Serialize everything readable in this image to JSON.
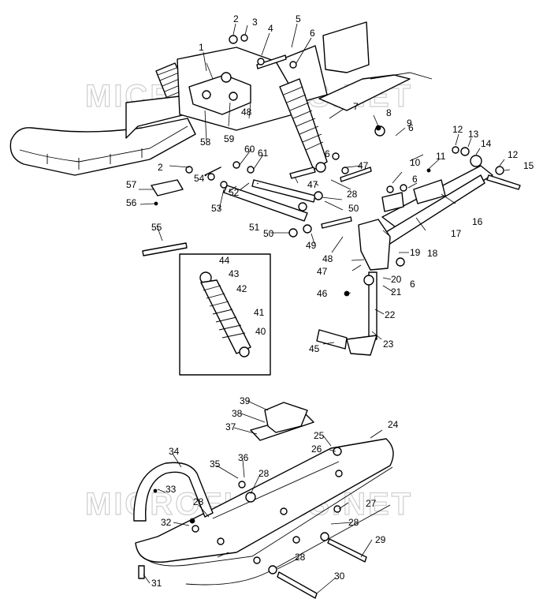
{
  "watermarks": [
    "MICROFICHES.NET",
    "MICROFICHES.NET"
  ],
  "labels": [
    "1",
    "2",
    "3",
    "4",
    "5",
    "6",
    "7",
    "8",
    "9",
    "10",
    "11",
    "12",
    "13",
    "14",
    "15",
    "16",
    "17",
    "18",
    "19",
    "20",
    "21",
    "22",
    "23",
    "24",
    "25",
    "26",
    "27",
    "28",
    "29",
    "30",
    "31",
    "32",
    "33",
    "34",
    "35",
    "36",
    "37",
    "38",
    "39",
    "40",
    "41",
    "42",
    "43",
    "44",
    "45",
    "46",
    "47",
    "48",
    "49",
    "50",
    "51",
    "52",
    "53",
    "54",
    "55",
    "56",
    "57",
    "58",
    "59",
    "60",
    "61"
  ],
  "duplicate_labels": [
    "2",
    "6",
    "12",
    "28",
    "47",
    "48",
    "50"
  ]
}
